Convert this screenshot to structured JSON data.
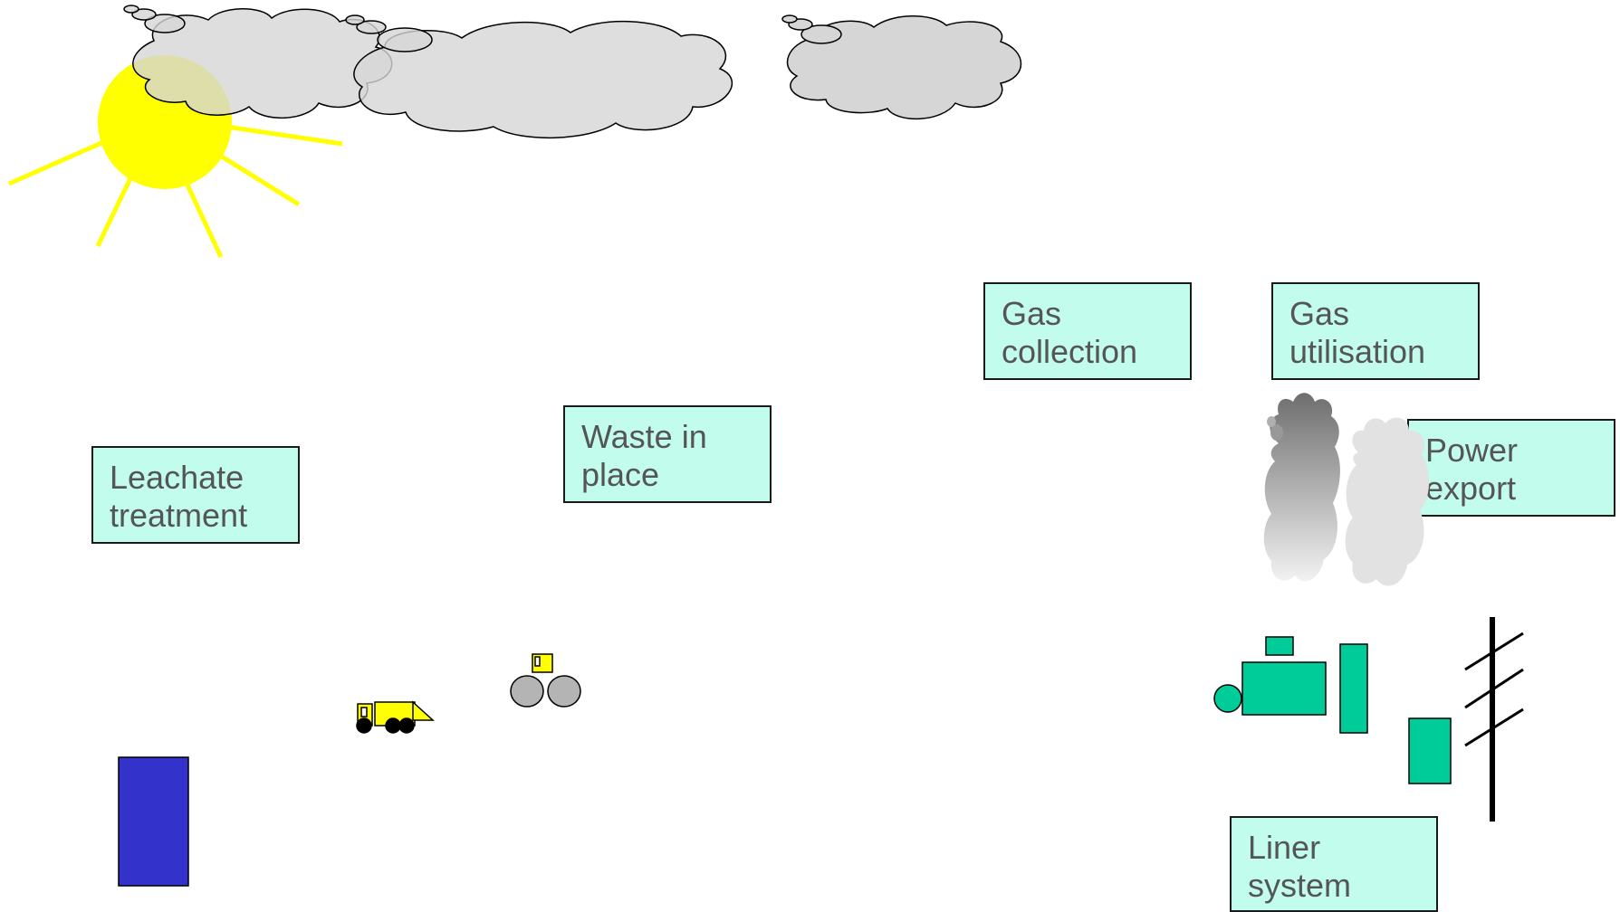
{
  "labels": {
    "gas_collection": {
      "line1": "Gas",
      "line2": "collection"
    },
    "gas_utilisation": {
      "line1": "Gas",
      "line2": "utilisation"
    },
    "waste_in_place": {
      "line1": "Waste in",
      "line2": "place"
    },
    "leachate_treatment": {
      "line1": "Leachate",
      "line2": "treatment"
    },
    "power_export": {
      "line1": "Power",
      "line2": "export"
    },
    "liner_system": {
      "line1": "Liner",
      "line2": "system"
    }
  },
  "icons": [
    "sun-icon",
    "cloud-icon",
    "smoke-plume-icon",
    "truck-icon",
    "compactor-icon",
    "generator-icon",
    "pylon-icon",
    "tank-icon"
  ],
  "colors": {
    "label_fill": "#c2fcec",
    "label_text": "#555555",
    "sun": "#ffff00",
    "cloud": "#d6d6d6",
    "generator": "#00cc99",
    "tank": "#3333cc",
    "vehicle": "#ffff00"
  }
}
